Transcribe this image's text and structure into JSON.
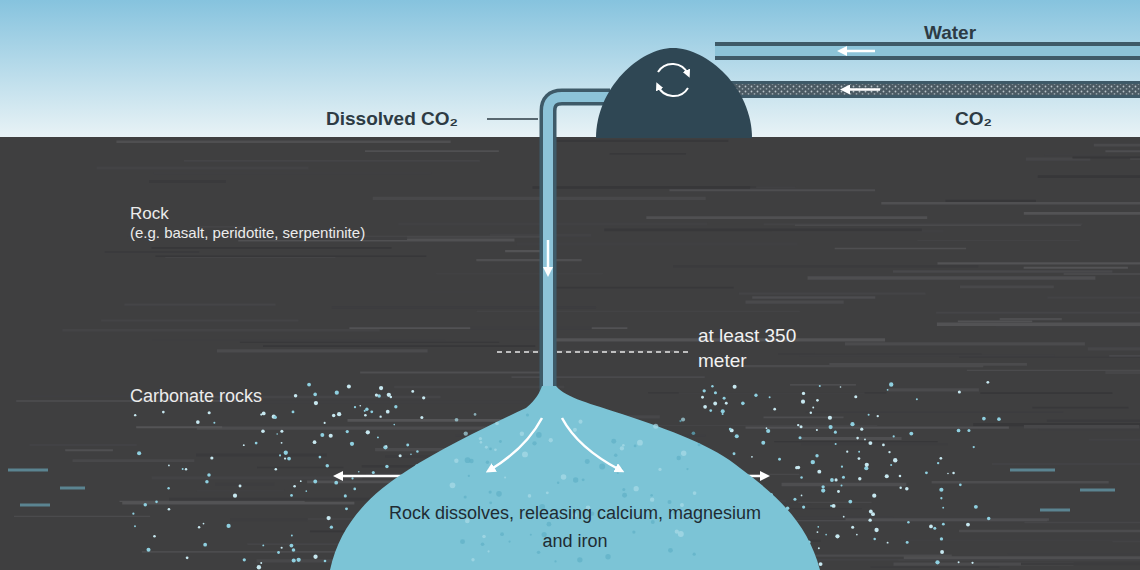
{
  "diagram": {
    "nodes": [
      {
        "text": [
          "Rock dissolves, releasing calcium, magnesium and iron"
        ]
      }
    ],
    "labels": [
      "Water",
      "CO₂",
      "Dissolved CO₂",
      "Rock",
      "(e.g. basalt, peridotite, serpentinite)",
      "at least 350 meter",
      "Carbonate rocks"
    ]
  }
}
